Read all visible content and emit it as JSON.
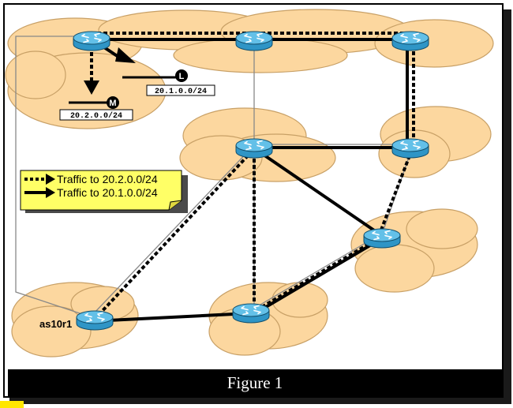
{
  "figure": {
    "caption": "Figure 1"
  },
  "prefixes": {
    "l": {
      "marker": "L",
      "label": "20.1.0.0/24"
    },
    "m": {
      "marker": "M",
      "label": "20.2.0.0/24"
    }
  },
  "legend": {
    "dotted_label": "Traffic to 20.2.0.0/24",
    "solid_label": "Traffic to 20.1.0.0/24"
  },
  "routers": {
    "as10r1_label": "as10r1"
  },
  "icons": [
    "router-icon",
    "network-cloud",
    "arrow-icon"
  ],
  "colors": {
    "cloud": "#fcd79f",
    "cloud_outline": "#c8a066",
    "router_body": "#2f95c6",
    "router_top": "#63c0e8",
    "legend_bg": "#ffff66",
    "caption_bar": "#000000",
    "corner_mark": "#ffe600"
  }
}
